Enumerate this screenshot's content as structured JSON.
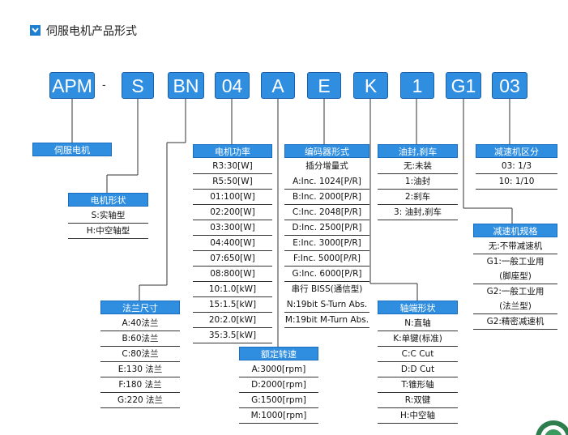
{
  "header": {
    "title": "伺服电机产品形式",
    "icon": "arrow-square-icon"
  },
  "codes": [
    "APM",
    "S",
    "BN",
    "04",
    "A",
    "E",
    "K",
    "1",
    "G1",
    "03"
  ],
  "separator": "-",
  "groups": {
    "motor": {
      "title": "伺服电机",
      "rows": []
    },
    "shape": {
      "title": "电机形状",
      "rows": [
        "S:实轴型",
        "H:中空轴型"
      ]
    },
    "flange": {
      "title": "法兰尺寸",
      "rows": [
        "A:40法兰",
        "B:60法兰",
        "C:80法兰",
        "E:130 法兰",
        "F:180 法兰",
        "G:220 法兰"
      ]
    },
    "power": {
      "title": "电机功率",
      "rows": [
        "R3:30[W]",
        "R5:50[W]",
        "01:100[W]",
        "02:200[W]",
        "03:300[W]",
        "04:400[W]",
        "07:650[W]",
        "08:800[W]",
        "10:1.0[kW]",
        "15:1.5[kW]",
        "20:2.0[kW]",
        "35:3.5[kW]"
      ]
    },
    "speed": {
      "title": "额定转速",
      "rows": [
        "A:3000[rpm]",
        "D:2000[rpm]",
        "G:1500[rpm]",
        "M:1000[rpm]"
      ]
    },
    "encoder": {
      "title": "编码器形式",
      "rows": [
        "插分增量式",
        "A:Inc. 1024[P/R]",
        "B:Inc. 2000[P/R]",
        "C:Inc. 2048[P/R]",
        "D:Inc. 2500[P/R]",
        "E:Inc. 3000[P/R]",
        "F:Inc. 5000[P/R]",
        "G:Inc. 6000[P/R]",
        "串行 BISS(通信型)",
        "N:19bit S-Turn Abs.",
        "M:19bit M-Turn Abs."
      ]
    },
    "seal": {
      "title": "油封,刹车",
      "rows": [
        "无:未装",
        "1:油封",
        "2:刹车",
        "3: 油封,刹车"
      ]
    },
    "shaft": {
      "title": "轴端形状",
      "rows": [
        "N:直轴",
        "K:单键(标准)",
        "C:C Cut",
        "D:D Cut",
        "T:锥形轴",
        "R:双键",
        "H:中空轴"
      ]
    },
    "reducer_class": {
      "title": "减速机区分",
      "rows": [
        "03: 1/3",
        "10: 1/10"
      ]
    },
    "reducer_spec": {
      "title": "减速机规格",
      "rows": [
        "无:不带减速机",
        "G1:一般工业用",
        "(脚座型)",
        "G2:一般工业用",
        "(法兰型)",
        "G2:精密减速机"
      ]
    }
  },
  "colors": {
    "accent": "#2f8ee0",
    "border": "#1a5fa8",
    "line": "#333333"
  }
}
